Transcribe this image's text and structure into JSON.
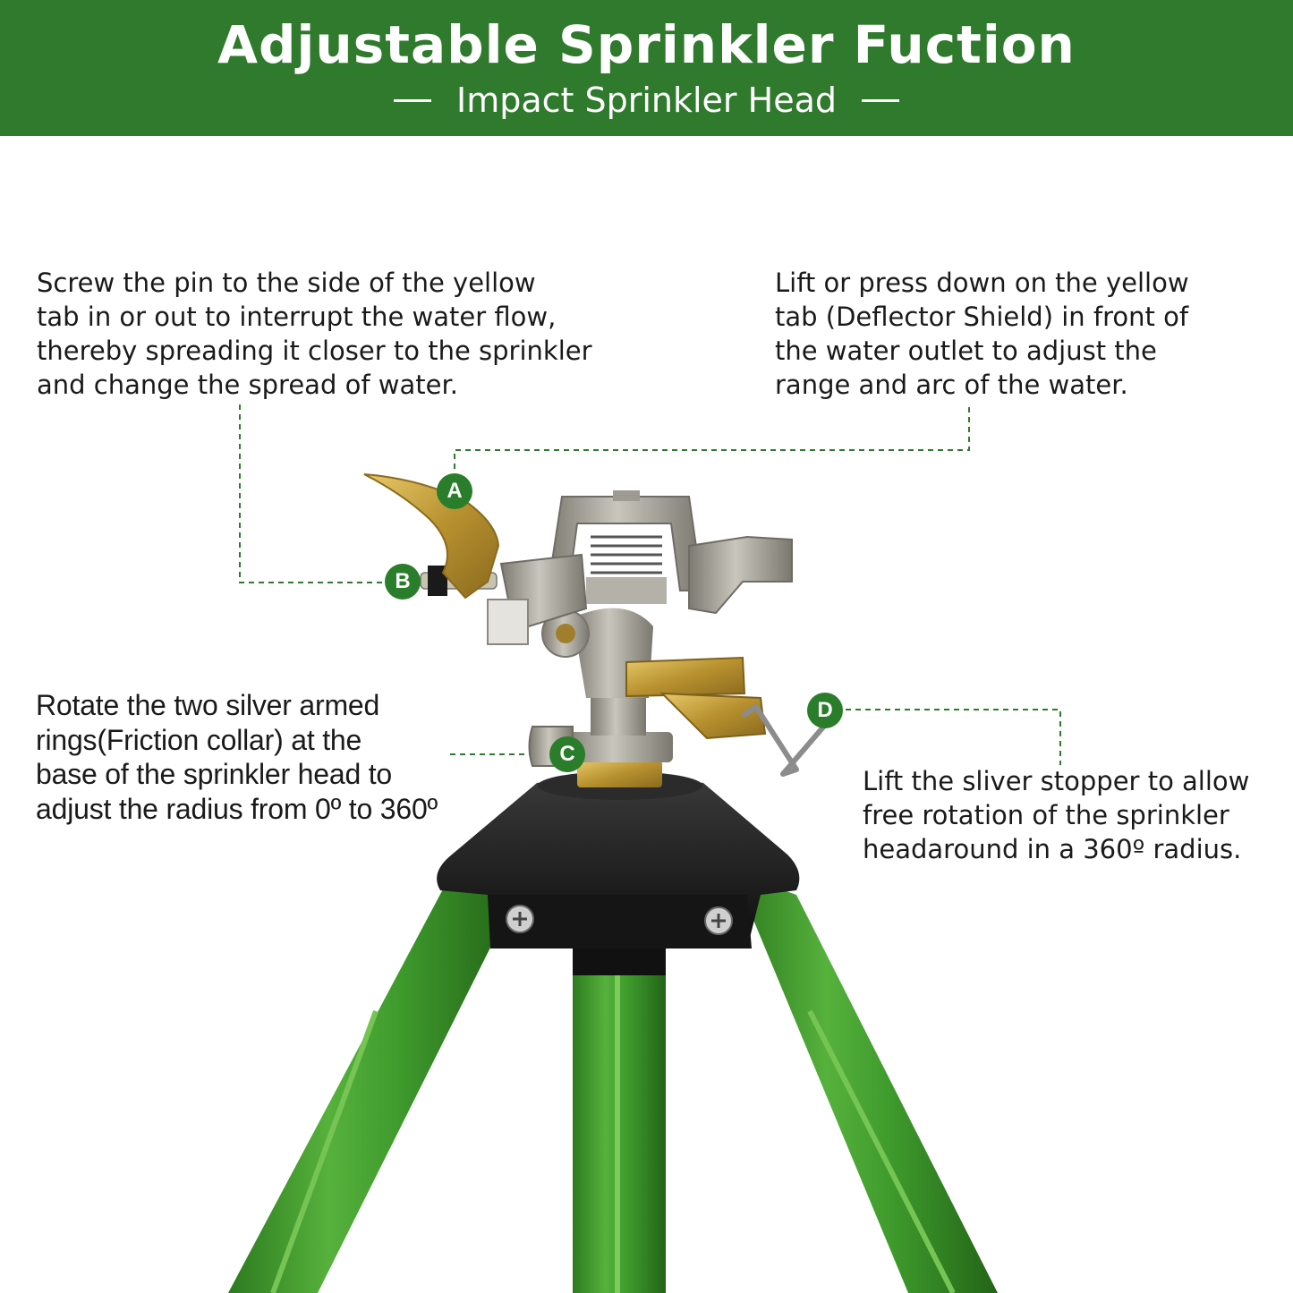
{
  "header": {
    "title": "Adjustable Sprinkler Fuction",
    "subtitle": "Impact Sprinkler Head"
  },
  "callouts": {
    "b_text": "Screw the pin to the side of the yellow\ntab in or out to interrupt the water flow,\nthereby spreading it closer to the sprinkler\nand change the spread of water.",
    "a_text": "Lift or press down on the yellow\ntab (Deflector Shield) in front of\nthe water outlet to adjust the\nrange and arc of the water.",
    "c_text": "Rotate the two silver armed\nrings(Friction collar) at the\nbase of the sprinkler head to\nadjust the radius from 0º to 360º",
    "d_text": "Lift the sliver stopper to allow\nfree rotation of the sprinkler\nheadaround in a 360º radius."
  },
  "markers": {
    "a": "A",
    "b": "B",
    "c": "C",
    "d": "D"
  },
  "colors": {
    "banner_green": "#2f7a2c",
    "marker_green": "#2a7d2a",
    "leg_green": "#3f9a2e",
    "brass": "#c9a441",
    "silver": "#a6a39b"
  },
  "icons": [
    "sprinkler-tripod-illustration"
  ]
}
